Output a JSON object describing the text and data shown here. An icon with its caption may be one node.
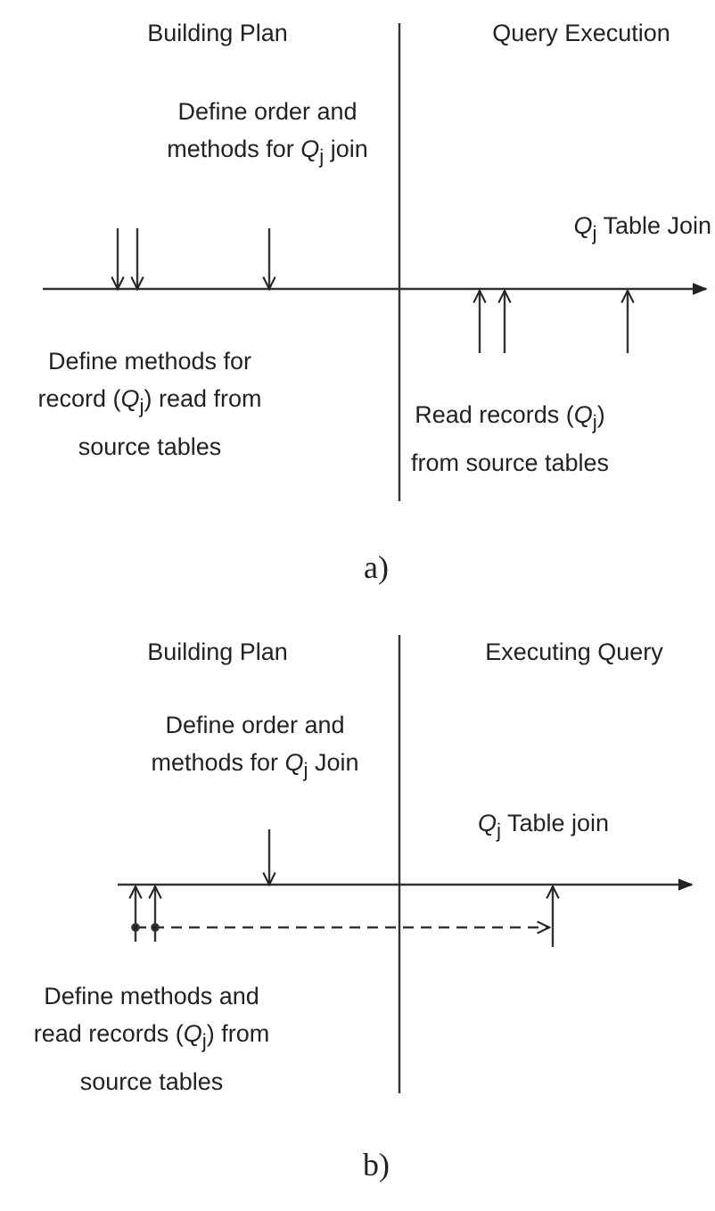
{
  "diagram": {
    "labels": [
      "Building Plan",
      "Query Execution",
      "Define order and methods for *Q*$_{j}$ join",
      "*Q*$_{j}$ Table Join",
      "Define methods for record (*Q*$_{j}$) read from source tables",
      "Read records (*Q*$_{j}$) from source tables",
      "a)",
      "Building Plan",
      "Executing Query",
      "Define order and methods for *Q*$_{j}$ Join",
      "*Q*$_{j}$ Table join",
      "Define methods and read records (*Q*$_{j}$) from source tables",
      "b)"
    ]
  }
}
